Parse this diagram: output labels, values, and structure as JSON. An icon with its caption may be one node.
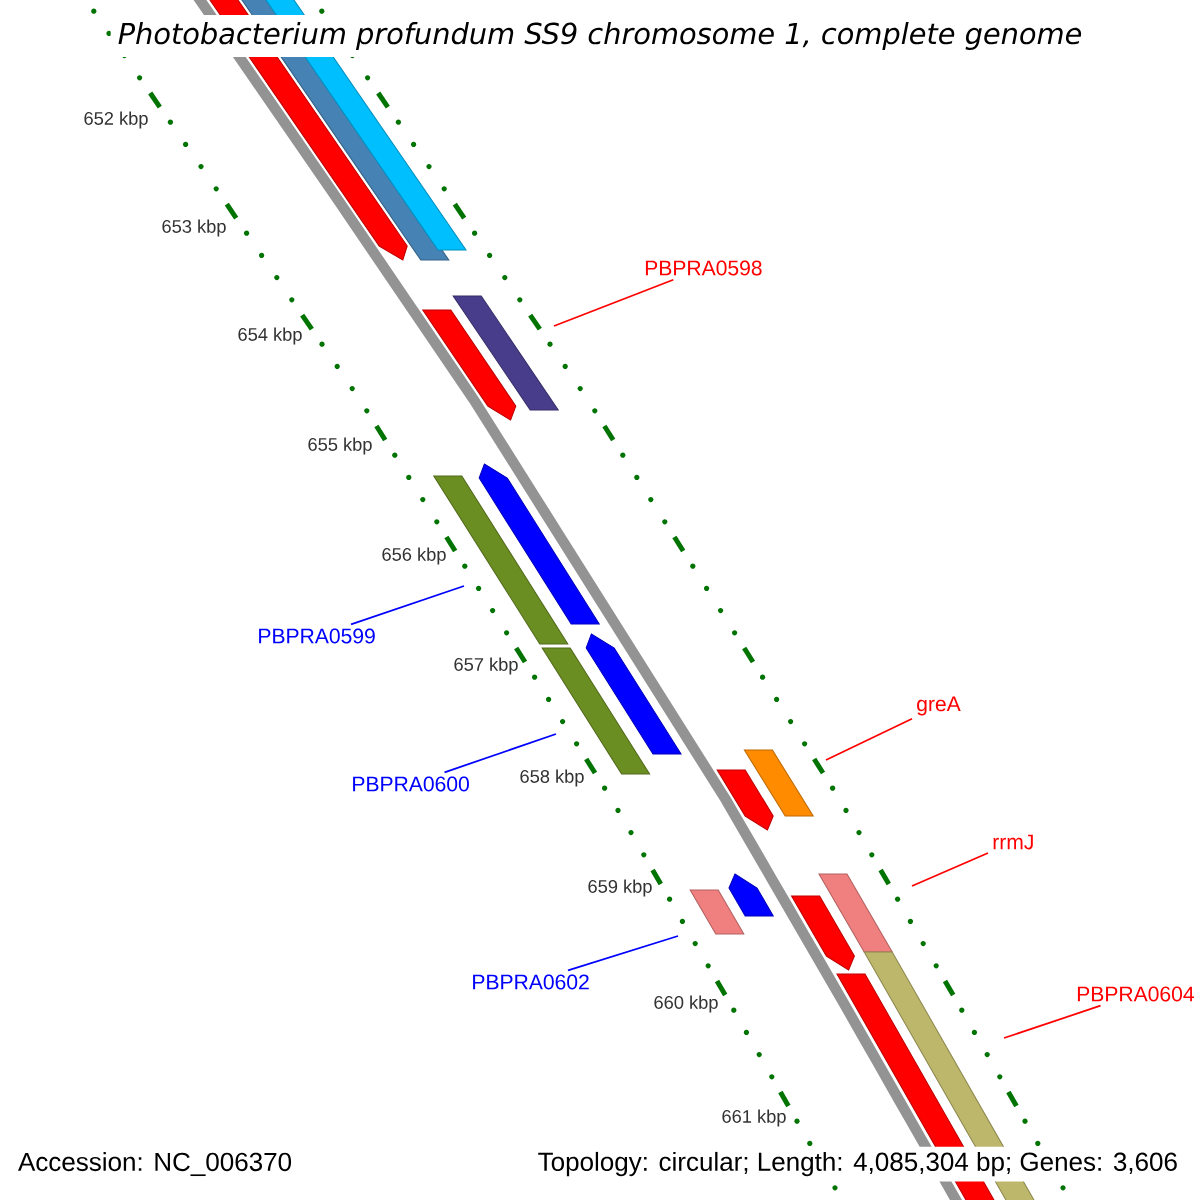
{
  "diagram": {
    "title": "Photobacterium profundum SS9 chromosome 1, complete genome",
    "nodes": [
      {
        "text": [
          "PBPRA0598"
        ]
      },
      {
        "text": [
          "PBPRA0599"
        ]
      },
      {
        "text": [
          "PBPRA0600"
        ]
      },
      {
        "text": [
          "greA"
        ]
      },
      {
        "text": [
          "rrmJ"
        ]
      },
      {
        "text": [
          "PBPRA0602"
        ]
      },
      {
        "text": [
          "PBPRA0604"
        ]
      }
    ],
    "edges": [
      {
        "from": 0,
        "to": null,
        "arrow": "none"
      },
      {
        "from": 1,
        "to": null,
        "arrow": "none",
        "color": "#0000ff"
      },
      {
        "from": 2,
        "to": null,
        "arrow": "none",
        "color": "#0000ff"
      },
      {
        "from": 3,
        "to": null,
        "arrow": "none"
      },
      {
        "from": 4,
        "to": null,
        "arrow": "none"
      },
      {
        "from": 5,
        "to": null,
        "arrow": "none",
        "color": "#0000ff"
      },
      {
        "from": 6,
        "to": null,
        "arrow": "none"
      }
    ],
    "labels": [
      "652 kbp",
      "653 kbp",
      "654 kbp",
      "655 kbp",
      "656 kbp",
      "657 kbp",
      "658 kbp",
      "659 kbp",
      "660 kbp",
      "661 kbp",
      "Accession: NC_006370",
      "Topology: circular; Length: 4,085,304 bp; Genes: 3,606"
    ]
  }
}
